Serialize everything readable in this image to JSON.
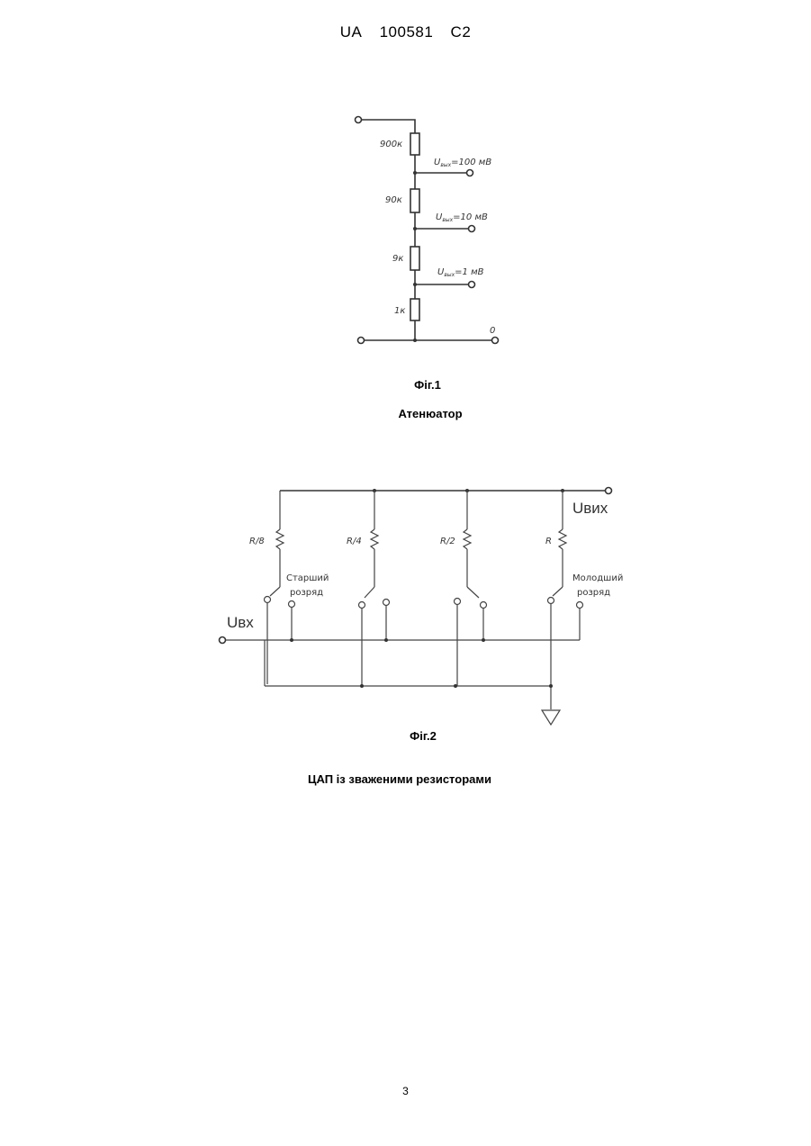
{
  "header": {
    "country": "UA",
    "number": "100581",
    "kind": "C2"
  },
  "figure1": {
    "resistors": [
      "900к",
      "90к",
      "9к",
      "1к"
    ],
    "outputs": [
      "U",
      "U",
      "U"
    ],
    "output_subscript": "вых",
    "output_values": [
      "=100 мВ",
      "=10 мВ",
      "=1 мВ"
    ],
    "ground_label": "0",
    "caption": "Фіг.1",
    "title": "Атенюатор"
  },
  "figure2": {
    "resistors": [
      "R/8",
      "R/4",
      "R/2",
      "R"
    ],
    "output_label": "Uвих",
    "input_label": "Uвх",
    "msb_label_line1": "Старший",
    "msb_label_line2": "розряд",
    "lsb_label_line1": "Молодший",
    "lsb_label_line2": "розряд",
    "caption": "Фіг.2",
    "title": "ЦАП із зваженими резисторами"
  },
  "page_number": "3"
}
